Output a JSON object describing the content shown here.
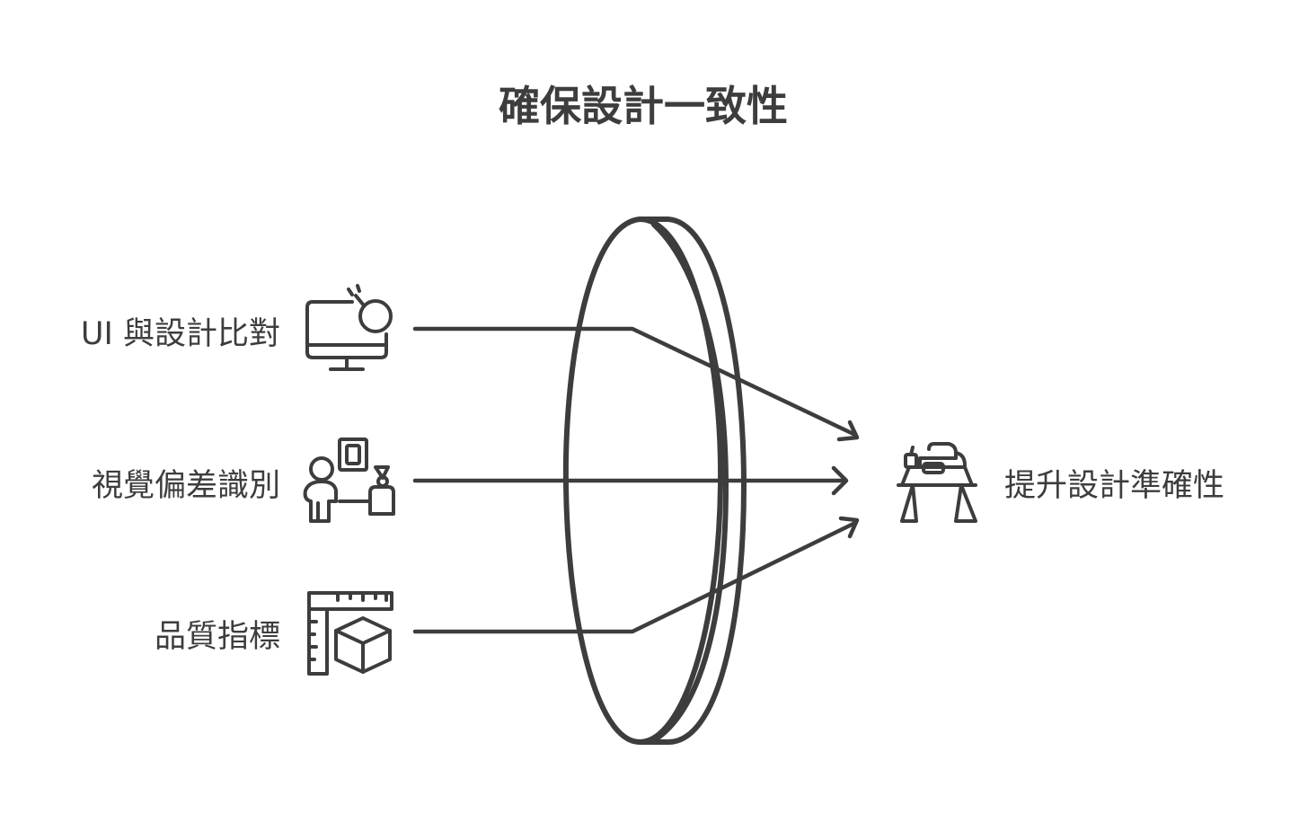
{
  "diagram": {
    "title": "確保設計一致性",
    "inputs": [
      {
        "label": "UI 與設計比對",
        "icon": "monitor-magnifier-icon"
      },
      {
        "label": "視覺偏差識別",
        "icon": "person-presenting-icon"
      },
      {
        "label": "品質指標",
        "icon": "ruler-box-icon"
      }
    ],
    "output": {
      "label": "提升設計準確性",
      "icon": "workbench-sewing-machine-icon"
    },
    "lens_icon": "lens-icon"
  },
  "colors": {
    "ink": "#3d3d3d",
    "background": "#ffffff"
  }
}
